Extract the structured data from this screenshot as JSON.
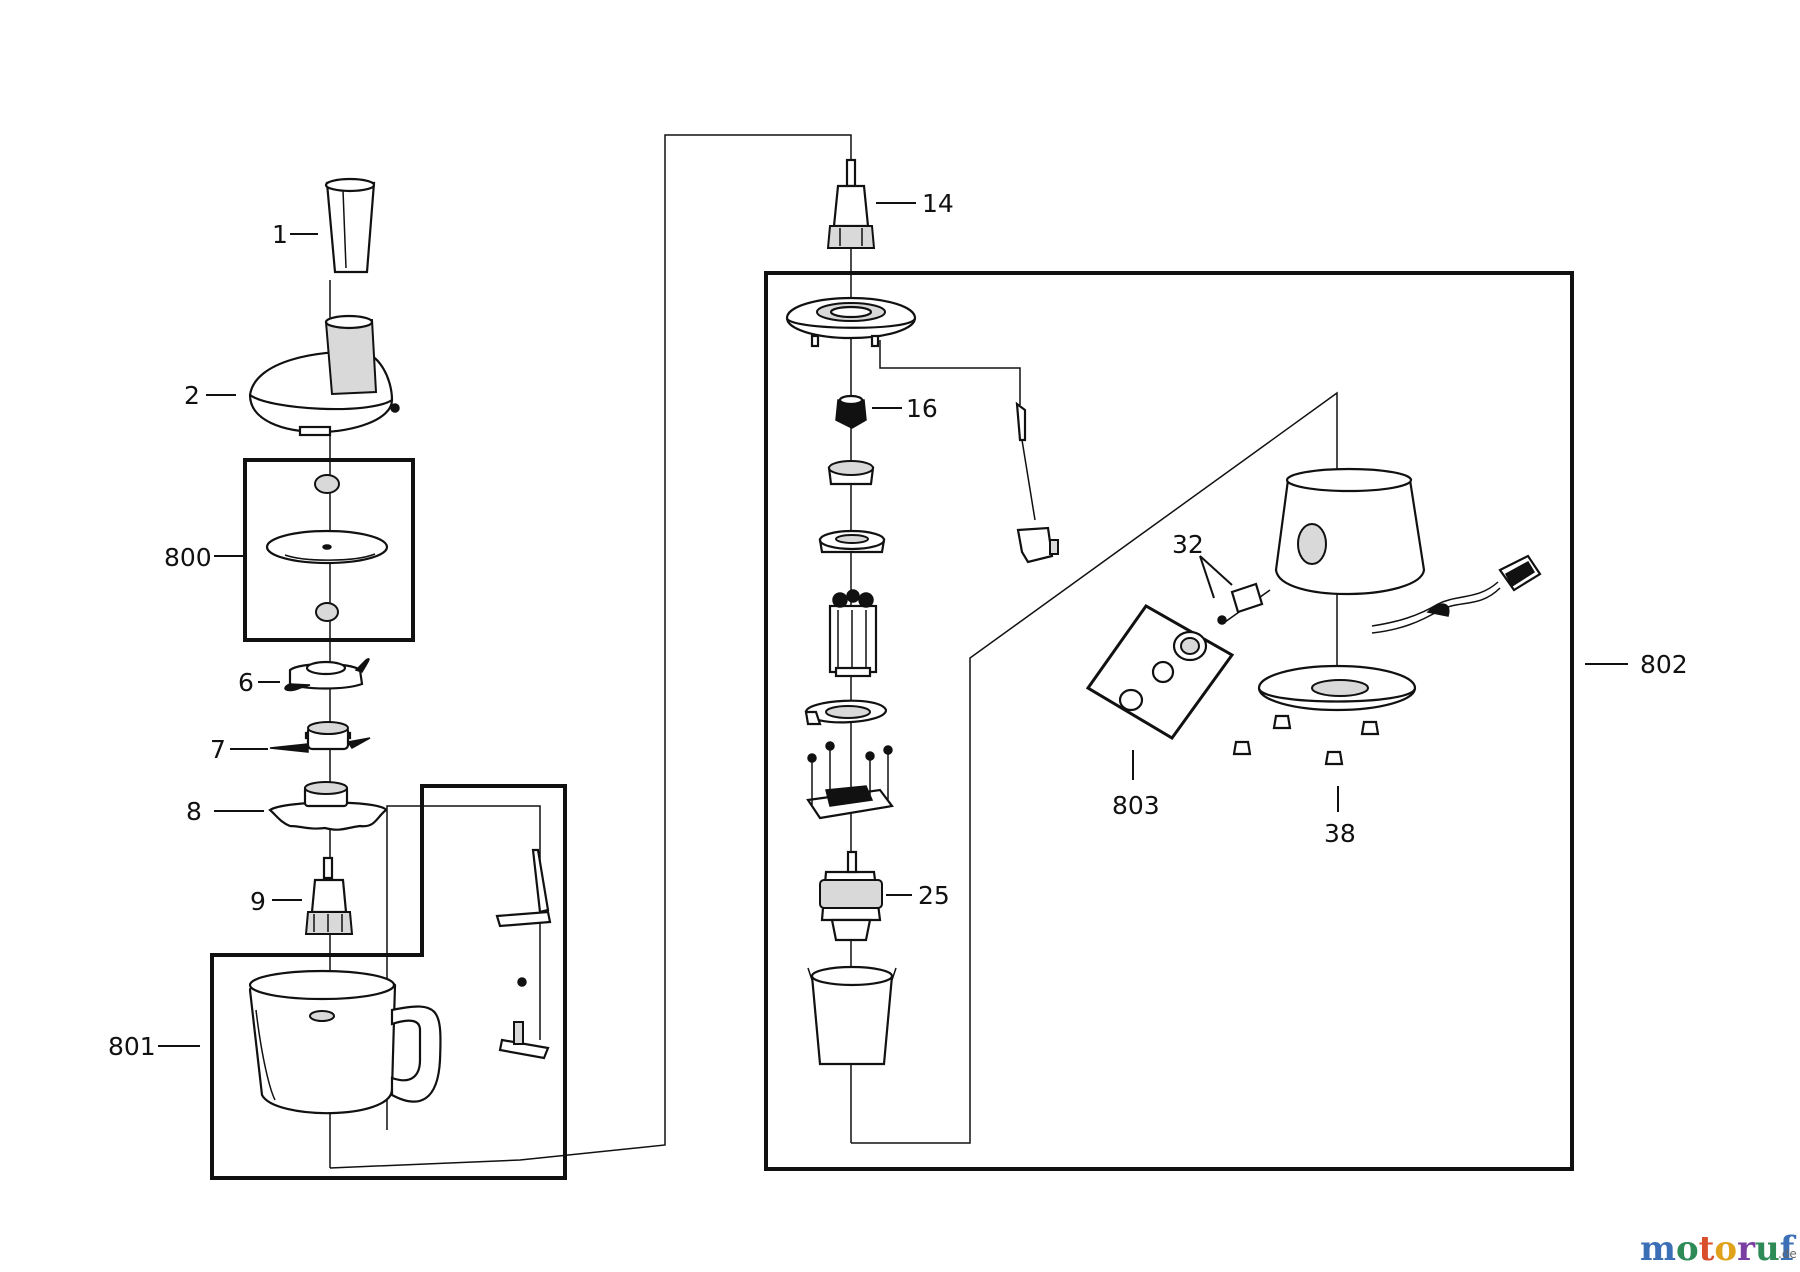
{
  "diagram": {
    "part_labels": {
      "p1": "1",
      "p2": "2",
      "p800": "800",
      "p6": "6",
      "p7": "7",
      "p8": "8",
      "p9": "9",
      "p801": "801",
      "p14": "14",
      "p16": "16",
      "p25": "25",
      "p32": "32",
      "p802": "802",
      "p803": "803",
      "p38": "38"
    }
  },
  "watermark": {
    "letters": [
      "m",
      "o",
      "t",
      "o",
      "r",
      "u",
      "f"
    ],
    "letter_colors": [
      "#3b6fb6",
      "#2e8b57",
      "#d94f2b",
      "#e0a21b",
      "#7a3fa0",
      "#2e8b57",
      "#3b6fb6"
    ],
    "suffix": ".de"
  }
}
